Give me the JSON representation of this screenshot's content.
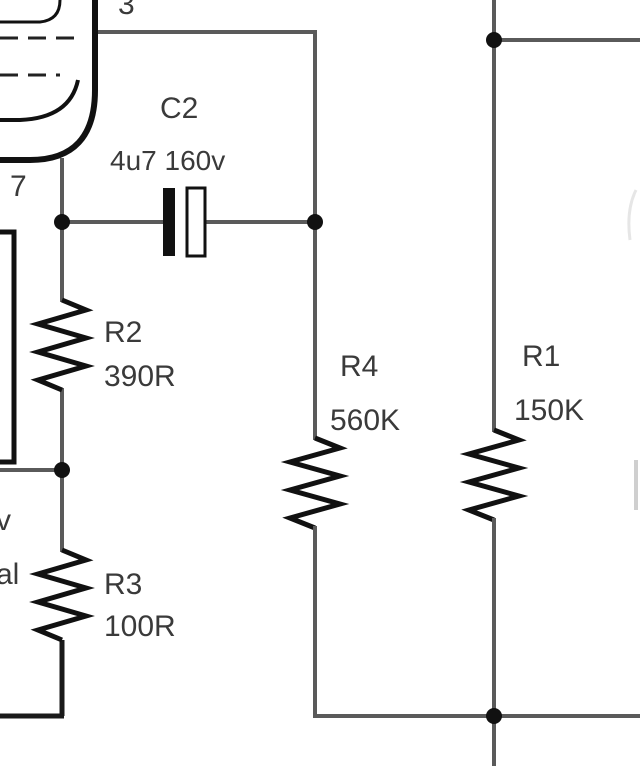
{
  "schematic": {
    "pins": {
      "pin3": "3",
      "pin7": "7"
    },
    "c2": {
      "ref": "C2",
      "value": "4u7 160v"
    },
    "r2": {
      "ref": "R2",
      "value": "390R"
    },
    "r3": {
      "ref": "R3",
      "value": "100R"
    },
    "r4": {
      "ref": "R4",
      "value": "560K"
    },
    "r1": {
      "ref": "R1",
      "value": "150K"
    },
    "edge_fragments": {
      "left_v": "v",
      "left_al": "al"
    }
  },
  "colors": {
    "wire": "#5a5a5a",
    "component": "#111111",
    "background": "#ffffff"
  }
}
